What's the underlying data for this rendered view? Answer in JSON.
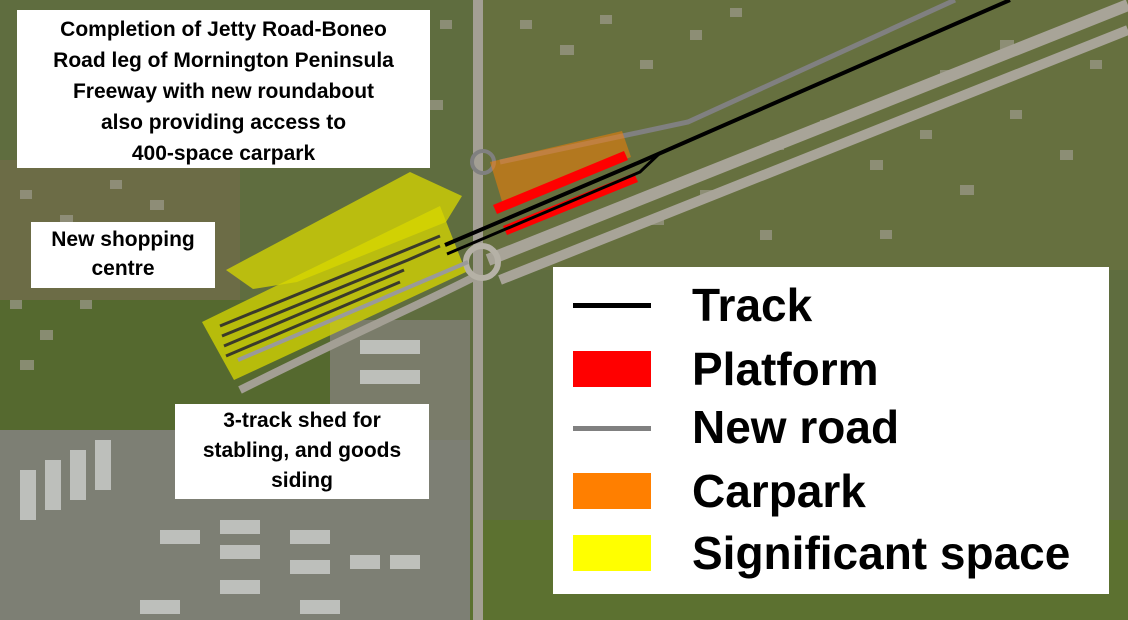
{
  "annotations": {
    "freeway_note": [
      "Completion of Jetty Road-Boneo",
      "Road leg of Mornington Peninsula",
      "Freeway with new roundabout",
      "also providing access to",
      "400-space carpark"
    ],
    "shopping_note": [
      "New shopping",
      "centre"
    ],
    "shed_note": [
      "3-track shed for",
      "stabling, and goods",
      "siding"
    ]
  },
  "legend": {
    "items": [
      {
        "label": "Track",
        "color": "#000000",
        "style": "line"
      },
      {
        "label": "Platform",
        "color": "#ff0000",
        "style": "block"
      },
      {
        "label": "New road",
        "color": "#808080",
        "style": "line"
      },
      {
        "label": "Carpark",
        "color": "#ff7f00",
        "style": "block"
      },
      {
        "label": "Significant space",
        "color": "#ffff00",
        "style": "block"
      }
    ]
  },
  "map_features": {
    "track_color": "#000000",
    "platform_color": "#ff0000",
    "new_road_color": "#808080",
    "carpark_color": "#ff8000",
    "significant_space_color": "#ffff00"
  }
}
